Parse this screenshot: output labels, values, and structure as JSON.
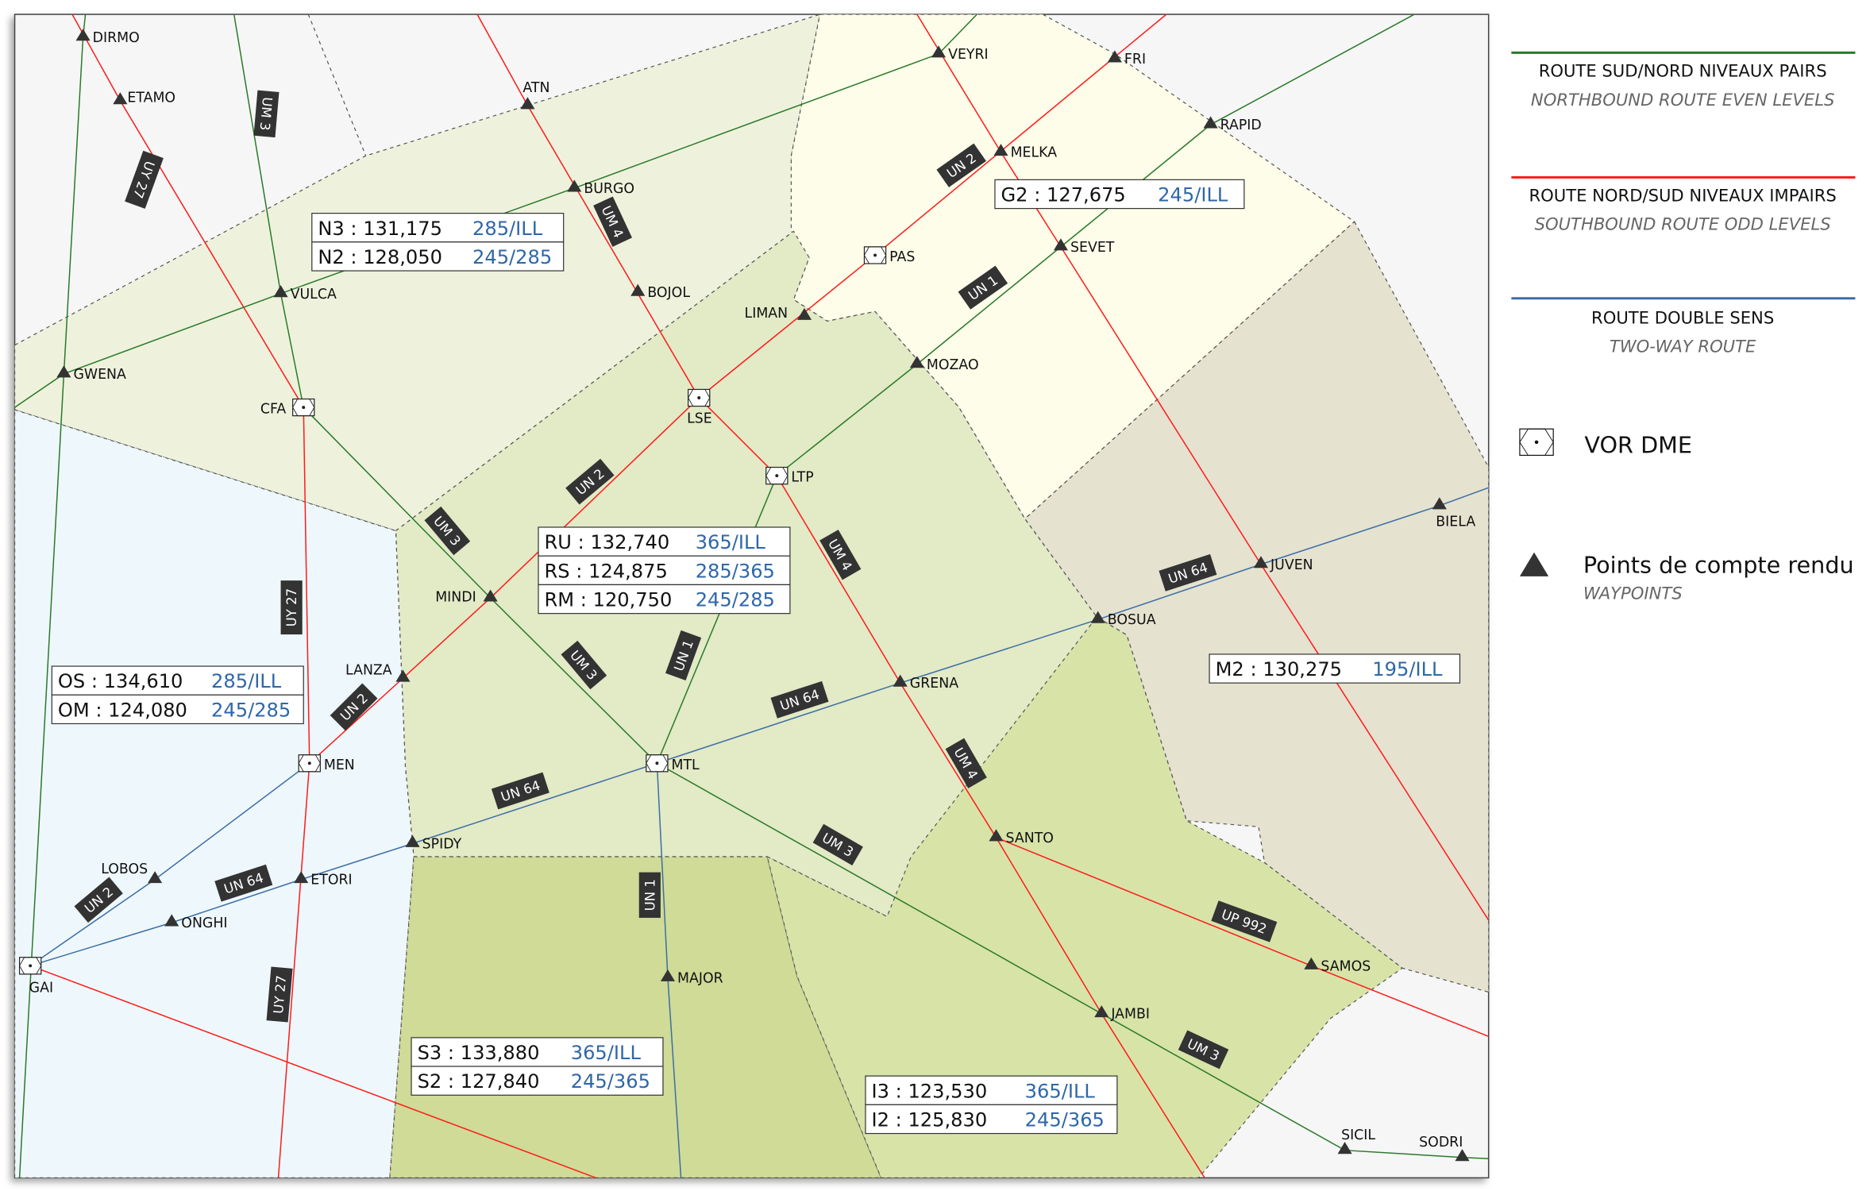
{
  "colors": {
    "northbound": "#2a7a2a",
    "southbound": "#ff1a1a",
    "twoway": "#3d6ea6",
    "label_bg": "#333333",
    "freq_levels": "#2f67a8"
  },
  "waypoints": [
    {
      "name": "DIRMO"
    },
    {
      "name": "ETAMO"
    },
    {
      "name": "ATN"
    },
    {
      "name": "VEYRI"
    },
    {
      "name": "FRI"
    },
    {
      "name": "RAPID"
    },
    {
      "name": "MELKA"
    },
    {
      "name": "BURGO"
    },
    {
      "name": "SEVET"
    },
    {
      "name": "BOJOL"
    },
    {
      "name": "LIMAN"
    },
    {
      "name": "VULCA"
    },
    {
      "name": "GWENA"
    },
    {
      "name": "MOZAO"
    },
    {
      "name": "BIELA"
    },
    {
      "name": "JUVEN"
    },
    {
      "name": "BOSUA"
    },
    {
      "name": "MINDI"
    },
    {
      "name": "LANZA"
    },
    {
      "name": "GRENA"
    },
    {
      "name": "SPIDY"
    },
    {
      "name": "SANTO"
    },
    {
      "name": "LOBOS"
    },
    {
      "name": "ETORI"
    },
    {
      "name": "ONGHI"
    },
    {
      "name": "MAJOR"
    },
    {
      "name": "SAMOS"
    },
    {
      "name": "JAMBI"
    },
    {
      "name": "SICIL"
    },
    {
      "name": "SODRI"
    }
  ],
  "vors": [
    {
      "name": "PAS"
    },
    {
      "name": "CFA"
    },
    {
      "name": "LSE"
    },
    {
      "name": "LTP"
    },
    {
      "name": "MEN"
    },
    {
      "name": "MTL"
    },
    {
      "name": "GAI"
    }
  ],
  "route_labels": [
    "UY 27",
    "UM 3",
    "UM 4",
    "UN 2",
    "UN 1",
    "UN 2",
    "UM 3",
    "UY 27",
    "UM 3",
    "UN 1",
    "UM 4",
    "UN 64",
    "UN 64",
    "UM 4",
    "UN 2",
    "UN 64",
    "UM 3",
    "UN 64",
    "UN 2",
    "UN 1",
    "UY 27",
    "UP 992",
    "UM 3"
  ],
  "frequency_boxes": [
    {
      "rows": [
        {
          "sector": "N3",
          "freq": "131,175",
          "levels": "285/ILL"
        },
        {
          "sector": "N2",
          "freq": "128,050",
          "levels": "245/285"
        }
      ]
    },
    {
      "rows": [
        {
          "sector": "G2",
          "freq": "127,675",
          "levels": "245/ILL"
        }
      ]
    },
    {
      "rows": [
        {
          "sector": "RU",
          "freq": "132,740",
          "levels": "365/ILL"
        },
        {
          "sector": "RS",
          "freq": "124,875",
          "levels": "285/365"
        },
        {
          "sector": "RM",
          "freq": "120,750",
          "levels": "245/285"
        }
      ]
    },
    {
      "rows": [
        {
          "sector": "OS",
          "freq": "134,610",
          "levels": "285/ILL"
        },
        {
          "sector": "OM",
          "freq": "124,080",
          "levels": "245/285"
        }
      ]
    },
    {
      "rows": [
        {
          "sector": "M2",
          "freq": "130,275",
          "levels": "195/ILL"
        }
      ]
    },
    {
      "rows": [
        {
          "sector": "S3",
          "freq": "133,880",
          "levels": "365/ILL"
        },
        {
          "sector": "S2",
          "freq": "127,840",
          "levels": "245/365"
        }
      ]
    },
    {
      "rows": [
        {
          "sector": "I3",
          "freq": "123,530",
          "levels": "365/ILL"
        },
        {
          "sector": "I2",
          "freq": "125,830",
          "levels": "245/365"
        }
      ]
    }
  ],
  "legend": {
    "northbound": {
      "fr": "ROUTE SUD/NORD NIVEAUX PAIRS",
      "en": "NORTHBOUND ROUTE EVEN LEVELS"
    },
    "southbound": {
      "fr": "ROUTE NORD/SUD NIVEAUX IMPAIRS",
      "en": "SOUTHBOUND ROUTE ODD LEVELS"
    },
    "twoway": {
      "fr": "ROUTE DOUBLE SENS",
      "en": "TWO-WAY ROUTE"
    },
    "vor": {
      "fr": "VOR DME"
    },
    "waypoint": {
      "fr": "Points de compte rendu",
      "en": "WAYPOINTS"
    }
  }
}
